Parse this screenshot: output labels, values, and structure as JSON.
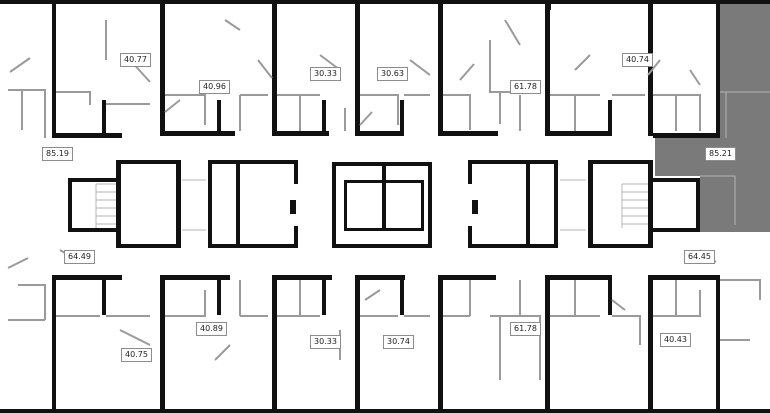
{
  "colors": {
    "wall": "#111111",
    "partition": "#9a9a9a",
    "selected_unit": "#7a7a7a",
    "label_border": "#8c8c8c"
  },
  "units": [
    {
      "area": "40.77",
      "selected": false
    },
    {
      "area": "40.96",
      "selected": false
    },
    {
      "area": "30.33",
      "selected": false
    },
    {
      "area": "30.63",
      "selected": false
    },
    {
      "area": "61.78",
      "selected": false
    },
    {
      "area": "40.74",
      "selected": false
    },
    {
      "area": "85.19",
      "selected": false
    },
    {
      "area": "85.21",
      "selected": true
    },
    {
      "area": "64.49",
      "selected": false
    },
    {
      "area": "64.45",
      "selected": false
    },
    {
      "area": "40.89",
      "selected": false
    },
    {
      "area": "30.33",
      "selected": false
    },
    {
      "area": "30.74",
      "selected": false
    },
    {
      "area": "61.78",
      "selected": false
    },
    {
      "area": "40.43",
      "selected": false
    },
    {
      "area": "40.75",
      "selected": false
    }
  ]
}
